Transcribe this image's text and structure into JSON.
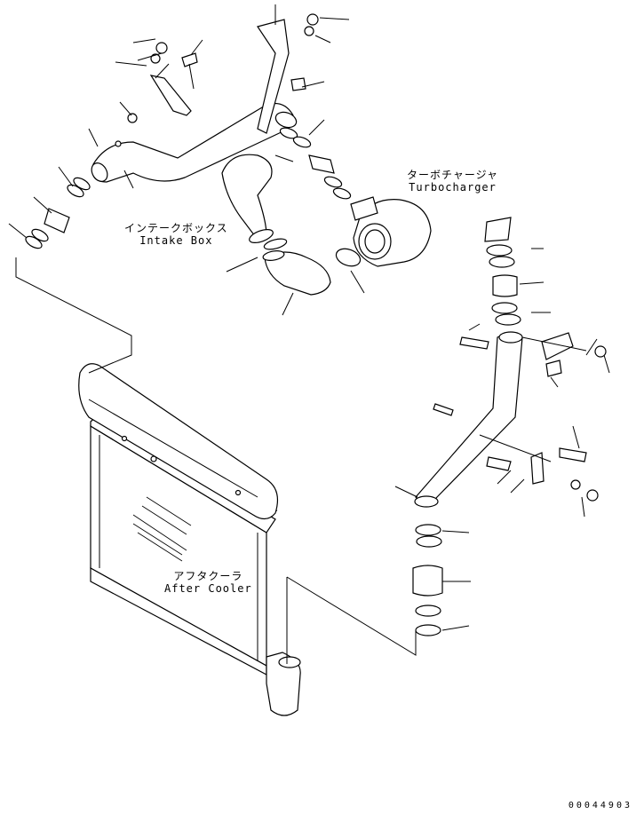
{
  "labels": {
    "turbocharger": {
      "jp": "ターボチャージャ",
      "en": "Turbocharger"
    },
    "intake_box": {
      "jp": "インテークボックス",
      "en": "Intake Box"
    },
    "after_cooler": {
      "jp": "アフタクーラ",
      "en": "After Cooler"
    }
  },
  "drawing_number": "00044903"
}
